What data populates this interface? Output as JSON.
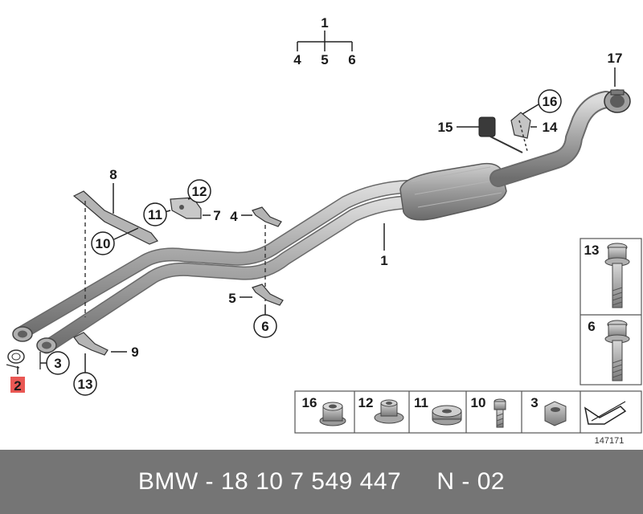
{
  "diagram": {
    "callouts": {
      "c1_top": "1",
      "c4_top": "4",
      "c5_top": "5",
      "c6_top": "6",
      "c17": "17",
      "c16": "16",
      "c15": "15",
      "c14": "14",
      "c8": "8",
      "c12": "12",
      "c11": "11",
      "c7": "7",
      "c10": "10",
      "c4": "4",
      "c1": "1",
      "c5": "5",
      "c6": "6",
      "c3": "3",
      "c9": "9",
      "c2": "2",
      "c13": "13"
    },
    "side_panel": {
      "bolt_a": "13",
      "bolt_b": "6"
    },
    "bottom_panel": {
      "p16": "16",
      "p12": "12",
      "p11": "11",
      "p10": "10",
      "p3": "3"
    },
    "image_number": "147171"
  },
  "footer": {
    "text": "BMW - 18 10 7 549 447     N - 02"
  },
  "colors": {
    "pipe": "#8e8e8e",
    "pipe_light": "#c8c8c8",
    "highlight_part": "#e53935",
    "footer_bg": "#757575"
  }
}
